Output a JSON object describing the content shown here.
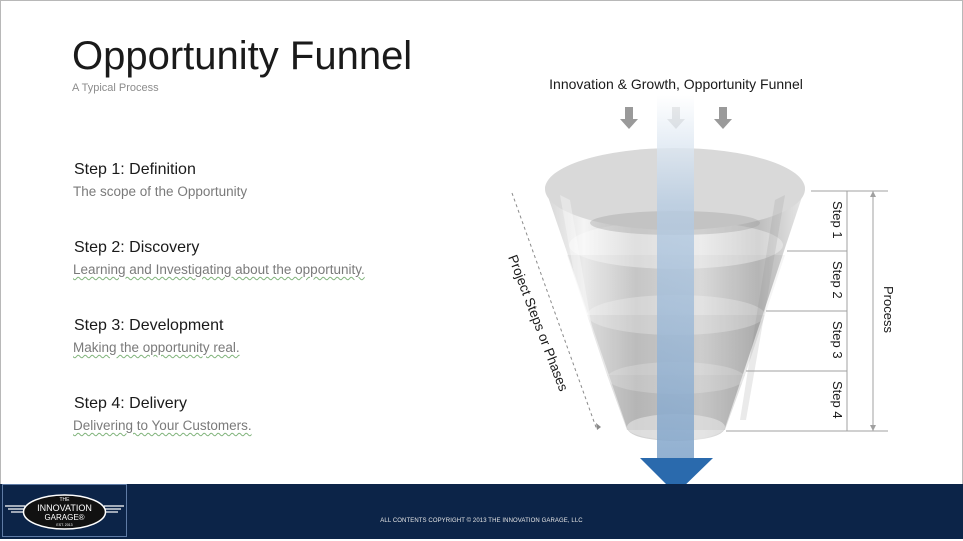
{
  "slide": {
    "title": "Opportunity Funnel",
    "subtitle": "A Typical Process"
  },
  "steps": [
    {
      "title": "Step 1: Definition",
      "description": "The scope of the Opportunity"
    },
    {
      "title": "Step 2: Discovery",
      "description": "Learning and Investigating about the opportunity."
    },
    {
      "title": "Step 3: Development",
      "description": "Making the opportunity real."
    },
    {
      "title": "Step 4: Delivery",
      "description": "Delivering to Your Customers."
    }
  ],
  "diagram": {
    "heading": "Innovation & Growth, Opportunity Funnel",
    "side_label": "Project Steps or Phases",
    "scale_labels": [
      "Step 1",
      "Step 2",
      "Step 3",
      "Step 4"
    ],
    "process_label": "Process"
  },
  "footer": {
    "logo_line1": "THE",
    "logo_line2": "INNOVATION",
    "logo_line3": "GARAGE®",
    "logo_line4": "EST. 2013",
    "copyright": "ALL CONTENTS COPYRIGHT © 2013 THE INNOVATION GARAGE, LLC"
  },
  "colors": {
    "accent_blue": "#2a6aad",
    "footer_navy": "#0c2448",
    "funnel_gray": "#c8c8c8"
  }
}
